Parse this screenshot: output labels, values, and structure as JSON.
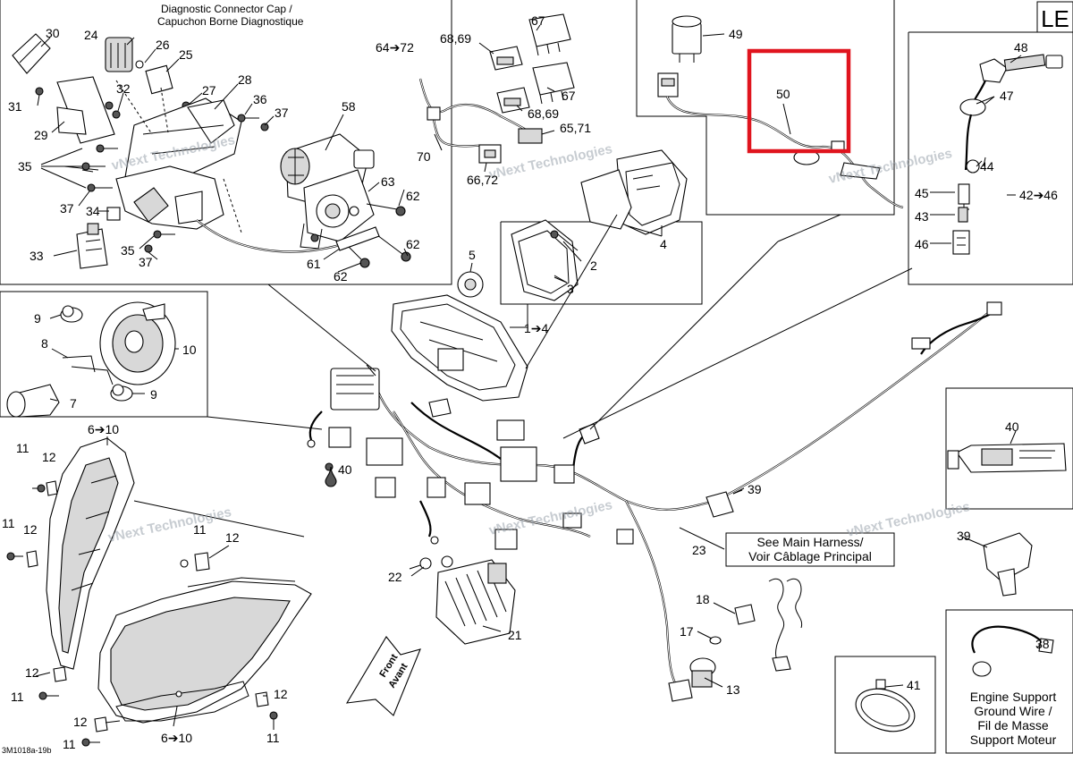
{
  "corner_code": "LE",
  "doc_code": "3M1018a-19b",
  "watermark": "vNext Technologies",
  "captions": {
    "diag_line1": "Diagnostic Connector Cap /",
    "diag_line2": "Capuchon Borne Diagnostique",
    "harness_line1": "See Main Harness/",
    "harness_line2": "Voir Câblage Principal",
    "ground_line1": "Engine Support",
    "ground_line2": "Ground Wire /",
    "ground_line3": "Fil de Masse",
    "ground_line4": "Support Moteur",
    "front_line1": "Front",
    "front_line2": "Avant"
  },
  "highlight": {
    "part": "50",
    "color": "#e0141e"
  },
  "callouts": {
    "c30": "30",
    "c24": "24",
    "c26": "26",
    "c25": "25",
    "c31": "31",
    "c32": "32",
    "c27": "27",
    "c28": "28",
    "c36": "36",
    "c37a": "37",
    "c29": "29",
    "c35a": "35",
    "c37b": "37",
    "c34": "34",
    "c33": "33",
    "c35b": "35",
    "c37c": "37",
    "c58": "58",
    "c63": "63",
    "c62a": "62",
    "c62b": "62",
    "c61": "61",
    "c62c": "62",
    "c64": "64➔72",
    "c6869a": "68,69",
    "c67a": "67",
    "c67b": "67",
    "c6869b": "68,69",
    "c6571": "65,71",
    "c70": "70",
    "c6672": "66,72",
    "c49": "49",
    "c50": "50",
    "c48": "48",
    "c47": "47",
    "c44": "44",
    "c45": "45",
    "c43": "43",
    "c46": "46",
    "c4246": "42➔46",
    "c5": "5",
    "c2": "2",
    "c3": "3",
    "c4": "4",
    "c14": "1➔4",
    "c9a": "9",
    "c10": "10",
    "c8": "8",
    "c7": "7",
    "c9b": "9",
    "c610a": "6➔10",
    "c11a": "11",
    "c12a": "12",
    "c11b": "11",
    "c12b": "12",
    "c11c": "11",
    "c12c": "12",
    "c12d": "12",
    "c11d": "11",
    "c12e": "12",
    "c12f": "12",
    "c11e": "11",
    "c11f": "11",
    "c610b": "6➔10",
    "c40a": "40",
    "c22": "22",
    "c21": "21",
    "c23": "23",
    "c39a": "39",
    "c18": "18",
    "c17": "17",
    "c13": "13",
    "c41": "41",
    "c40b": "40",
    "c39b": "39",
    "c38": "38"
  }
}
